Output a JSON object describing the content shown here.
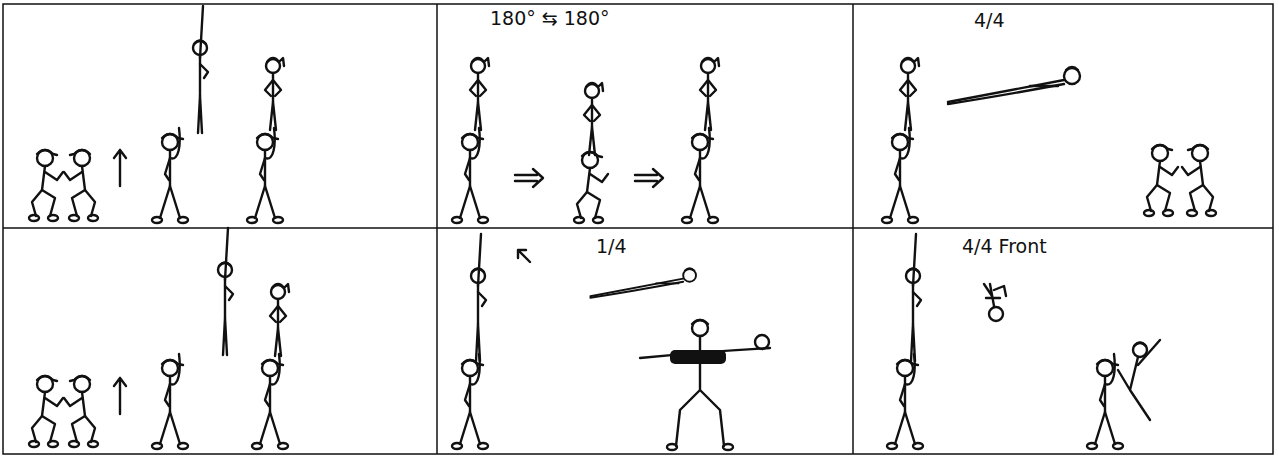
{
  "diagram": {
    "labels": [
      "180° ⇆ 180°",
      "4/4",
      "1/4",
      "4/4 Front"
    ]
  }
}
